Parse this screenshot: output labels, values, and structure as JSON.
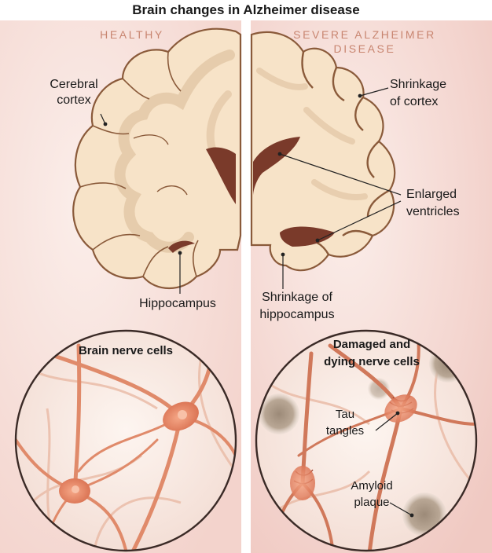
{
  "title": "Brain changes in Alzheimer disease",
  "panels": {
    "healthy": {
      "heading": "HEALTHY",
      "labels": {
        "cortex_line1": "Cerebral",
        "cortex_line2": "cortex",
        "hippocampus": "Hippocampus"
      },
      "inset_title": "Brain nerve cells"
    },
    "disease": {
      "heading_line1": "SEVERE ALZHEIMER",
      "heading_line2": "DISEASE",
      "labels": {
        "cortex_line1": "Shrinkage",
        "cortex_line2": "of cortex",
        "ventricles_line1": "Enlarged",
        "ventricles_line2": "ventricles",
        "hippo_line1": "Shrinkage of",
        "hippo_line2": "hippocampus"
      },
      "inset_title_line1": "Damaged and",
      "inset_title_line2": "dying nerve cells",
      "tau_line1": "Tau",
      "tau_line2": "tangles",
      "amyloid_line1": "Amyloid",
      "amyloid_line2": "plaque"
    }
  },
  "colors": {
    "brain_fill": "#f7e3c8",
    "brain_outline": "#8a5a3a",
    "ventricle": "#7a3a2a",
    "background_glow": "#f3d3cc",
    "heading": "#c88570",
    "neuron": "#e08a6a"
  }
}
